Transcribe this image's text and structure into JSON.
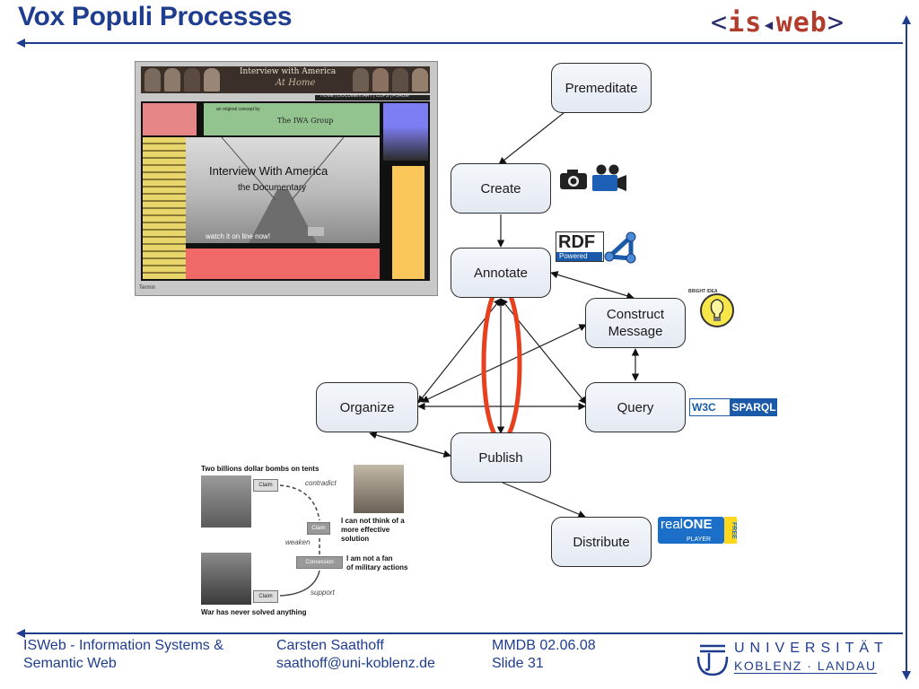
{
  "slide": {
    "title": "Vox Populi Processes",
    "logo": {
      "open": "<",
      "left": "is",
      "arrow": "◂",
      "right": "web",
      "close": ">"
    }
  },
  "screenshot": {
    "banner_title": "Interview with America",
    "banner_sub": "At Home",
    "nav": "HOME | DOCUMENTARY | CLIPS | FORUM",
    "concept_line": "an original concept by",
    "group": "The IWA Group",
    "main_title": "Interview With America",
    "main_sub": "the Documentary",
    "watch": "watch it on line now!",
    "status": "Termin"
  },
  "diagram": {
    "nodes": {
      "premeditate": "Premeditate",
      "create": "Create",
      "annotate": "Annotate",
      "construct": "Construct Message",
      "organize": "Organize",
      "query": "Query",
      "publish": "Publish",
      "distribute": "Distribute"
    },
    "icons": {
      "rdf": "RDF",
      "rdf_powered": "Powered",
      "bulb": "BRIGHT IDEA",
      "w3c": "W3C",
      "sparql": "SPARQL",
      "real": "real",
      "one": "ONE",
      "player": "PLAYER",
      "free": "FREE"
    },
    "edges": [
      [
        "premeditate",
        "create"
      ],
      [
        "create",
        "annotate"
      ],
      [
        "annotate",
        "construct"
      ],
      [
        "annotate",
        "organize"
      ],
      [
        "annotate",
        "query"
      ],
      [
        "annotate",
        "publish"
      ],
      [
        "organize",
        "construct"
      ],
      [
        "construct",
        "query"
      ],
      [
        "organize",
        "query"
      ],
      [
        "organize",
        "publish"
      ],
      [
        "publish",
        "distribute"
      ]
    ],
    "highlight_color": "#e8401f"
  },
  "argument": {
    "headline": "Two billions dollar bombs on tents",
    "claim1": "Claim",
    "claim2": "Claim",
    "claim3": "Claim",
    "concession": "Concession",
    "rel_contradict": "contradict",
    "rel_weaken": "weaken",
    "rel_support": "support",
    "quote1_line1": "I can not think of a",
    "quote1_line2": "more effective",
    "quote1_line3": "solution",
    "quote2_line1": "I am not a fan",
    "quote2_line2": "of military actions",
    "footer_line": "War has never solved anything"
  },
  "footer": {
    "org_line1": "ISWeb - Information Systems &",
    "org_line2": "Semantic Web",
    "author": "Carsten Saathoff",
    "email": "saathoff@uni-koblenz.de",
    "course": "MMDB 02.06.08",
    "slide": "Slide 31",
    "uni_line1": "UNIVERSITÄT",
    "uni_line2": "KOBLENZ · LANDAU"
  },
  "colors": {
    "brand_blue": "#1f3d8f",
    "logo_red": "#b23b2b"
  }
}
